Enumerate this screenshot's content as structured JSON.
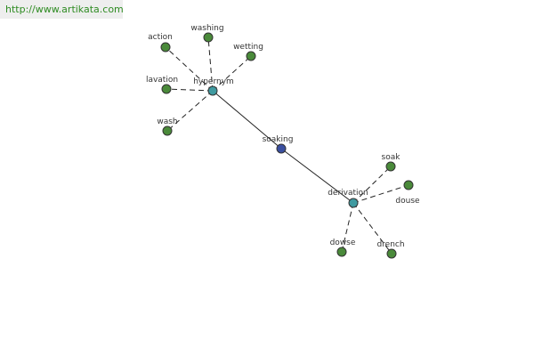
{
  "header": {
    "source_url": "http://www.artikata.com"
  },
  "graph": {
    "center": {
      "label": "soaking",
      "color": "#3a4fa0"
    },
    "hubs": [
      {
        "key": "hypernym",
        "label": "hypernym",
        "color": "#3f9aa0"
      },
      {
        "key": "derivation",
        "label": "derivation",
        "color": "#3f9aa0"
      }
    ],
    "leaves": [
      {
        "key": "action",
        "label": "action",
        "hub": "hypernym",
        "color": "#4a8a3a"
      },
      {
        "key": "washing",
        "label": "washing",
        "hub": "hypernym",
        "color": "#4a8a3a"
      },
      {
        "key": "wetting",
        "label": "wetting",
        "hub": "hypernym",
        "color": "#4a8a3a"
      },
      {
        "key": "lavation",
        "label": "lavation",
        "hub": "hypernym",
        "color": "#4a8a3a"
      },
      {
        "key": "wash",
        "label": "wash",
        "hub": "hypernym",
        "color": "#4a8a3a"
      },
      {
        "key": "soak",
        "label": "soak",
        "hub": "derivation",
        "color": "#4a8a3a"
      },
      {
        "key": "douse",
        "label": "douse",
        "hub": "derivation",
        "color": "#4a8a3a"
      },
      {
        "key": "dowse",
        "label": "dowse",
        "hub": "derivation",
        "color": "#4a8a3a"
      },
      {
        "key": "drench",
        "label": "drench",
        "hub": "derivation",
        "color": "#4a8a3a"
      }
    ]
  }
}
